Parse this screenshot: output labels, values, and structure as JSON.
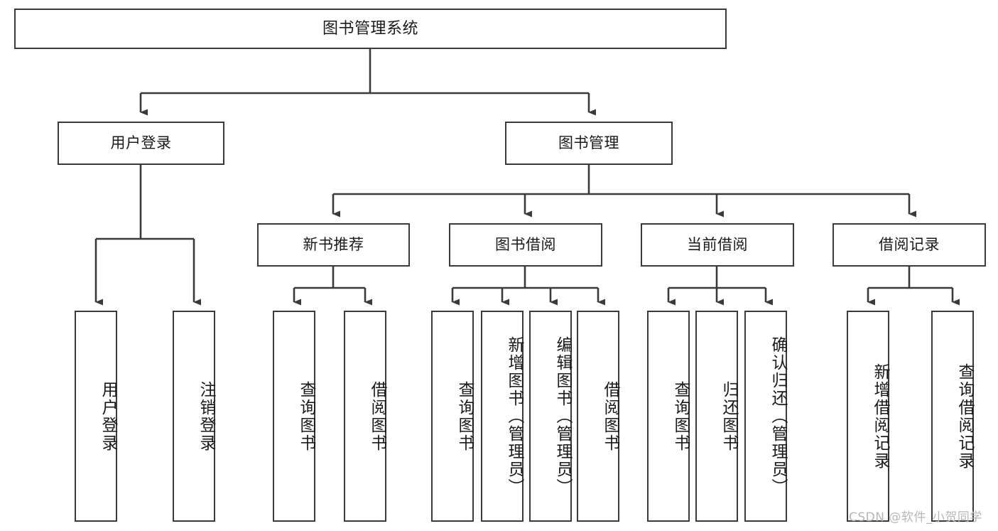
{
  "diagram": {
    "title": "图书管理系统",
    "type": "hierarchy-tree",
    "root": {
      "label": "图书管理系统"
    },
    "level2": [
      {
        "label": "用户登录"
      },
      {
        "label": "图书管理"
      }
    ],
    "level3": [
      {
        "label": "新书推荐"
      },
      {
        "label": "图书借阅"
      },
      {
        "label": "当前借阅"
      },
      {
        "label": "借阅记录"
      }
    ],
    "leaves": {
      "user_login": [
        "用户登录",
        "注销登录"
      ],
      "new_book_recommend": [
        "查询图书",
        "借阅图书"
      ],
      "book_borrow": [
        "查询图书",
        "新增图书（管理员）",
        "编辑图书（管理员）",
        "借阅图书"
      ],
      "current_borrow": [
        "查询图书",
        "归还图书",
        "确认归还（管理员）"
      ],
      "borrow_record": [
        "新增借阅记录",
        "查询借阅记录"
      ]
    }
  },
  "watermark": {
    "text": "CSDN @软件_小贺同学"
  },
  "colors": {
    "border": "#3a3a3a",
    "text": "#1a1a1a",
    "background": "#ffffff",
    "watermark": "#b7b7b7"
  }
}
